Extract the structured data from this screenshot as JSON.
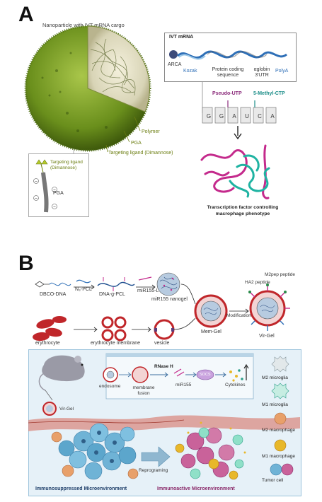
{
  "panel_a": {
    "letter": "A",
    "title": "Nanoparticle with IVT mRNA cargo",
    "labels": {
      "polymer": "Polymer",
      "pga": "PGA",
      "targeting_ligand": "Targeting ligand (Dimannose)"
    },
    "inset": {
      "ligand_label": "Targeting ligand (Dimannose)",
      "pga_label": "PGA"
    },
    "mrna_box": {
      "title": "IVT mRNA",
      "arca": "ARCA",
      "kozak": "Kozak",
      "coding": "Protein coding sequence",
      "utr": "αglobin 3'UTR",
      "polya": "PolyA"
    },
    "nucleotides": {
      "pseudo_utp": "Pseudo-UTP",
      "methyl_ctp": "5-Methyl-CTP",
      "letters": [
        "G",
        "G",
        "A",
        "U",
        "C",
        "A"
      ]
    },
    "protein_caption": "Transcription factor controlling macrophage phenotype"
  },
  "panel_b": {
    "letter": "B",
    "synthesis": {
      "dbco_dna": "DBCO-DNA",
      "n3_pcl": "N₃-PCL",
      "dna_g_pcl": "DNA-g-PCL",
      "mir155l": "miR155-L",
      "mir155_nanogel": "miR155 nanogel",
      "erythrocyte": "erythrocyte",
      "erythrocyte_membrane": "erythrocyte membrane",
      "vesicle": "vesicle",
      "mem_gel": "Mem-Gel",
      "modification": "Modification",
      "ha2_peptide": "HA2 peptide",
      "m2pep_peptide": "M2pep peptide",
      "vir_gel": "Vir-Gel"
    },
    "mechanism": {
      "endosome": "endosome",
      "membrane_fusion": "membrane fusion",
      "rnase_h": "RNase H",
      "mir155": "miR155",
      "socs": "SOCS",
      "cytokines": "Cytokines",
      "vir_gel": "Vir-Gel",
      "reprograming": "Reprograming"
    },
    "legend": [
      "M2 microglia",
      "M1 microglia",
      "M2 macrophage",
      "M1 macrophage",
      "Tumor cell"
    ],
    "footer": {
      "left": "Immunosuppressed Microenvironment",
      "right": "Immunoactive Microenvironment"
    }
  },
  "colors": {
    "nanoparticle_green": "#6a8f1c",
    "teal": "#1b8d88",
    "magenta": "#c42a8c",
    "rbc_red": "#c0262a",
    "tumor_blue": "#6fb3d6",
    "panel_bg": "#e6f1f8"
  }
}
